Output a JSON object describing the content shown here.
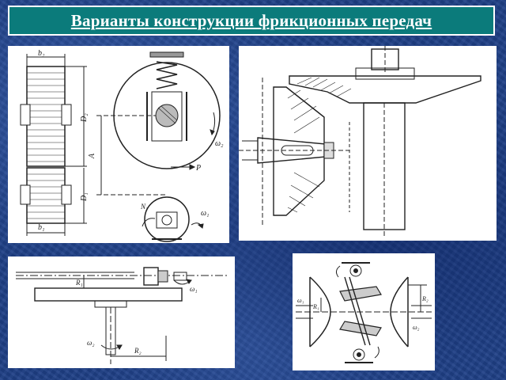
{
  "slide": {
    "title": "Варианты конструкции фрикционных передач"
  },
  "colors": {
    "background": "#1e3f86",
    "title_bar": "#0b7b7b",
    "title_text": "#ffffff",
    "drawing_line": "#222222",
    "panel": "#ffffff"
  },
  "panels": [
    {
      "id": "cylindrical-friction-drive",
      "labels": {
        "b2": "b₂",
        "b1": "b₁",
        "D2": "D₂",
        "D1": "D₁",
        "A": "A",
        "P": "P",
        "omega2": "ω₂",
        "omega1": "ω₁",
        "n1": "N₁"
      }
    },
    {
      "id": "conical-friction-drive",
      "labels": {}
    },
    {
      "id": "frontal-friction-drive",
      "labels": {
        "R1": "R₁",
        "R2": "R₂",
        "omega1": "ω₁",
        "omega2": "ω₂"
      }
    },
    {
      "id": "toroidal-variator",
      "labels": {
        "R1": "R₁",
        "R2": "R₂",
        "omega1": "ω₁",
        "omega2": "ω₂"
      }
    }
  ]
}
